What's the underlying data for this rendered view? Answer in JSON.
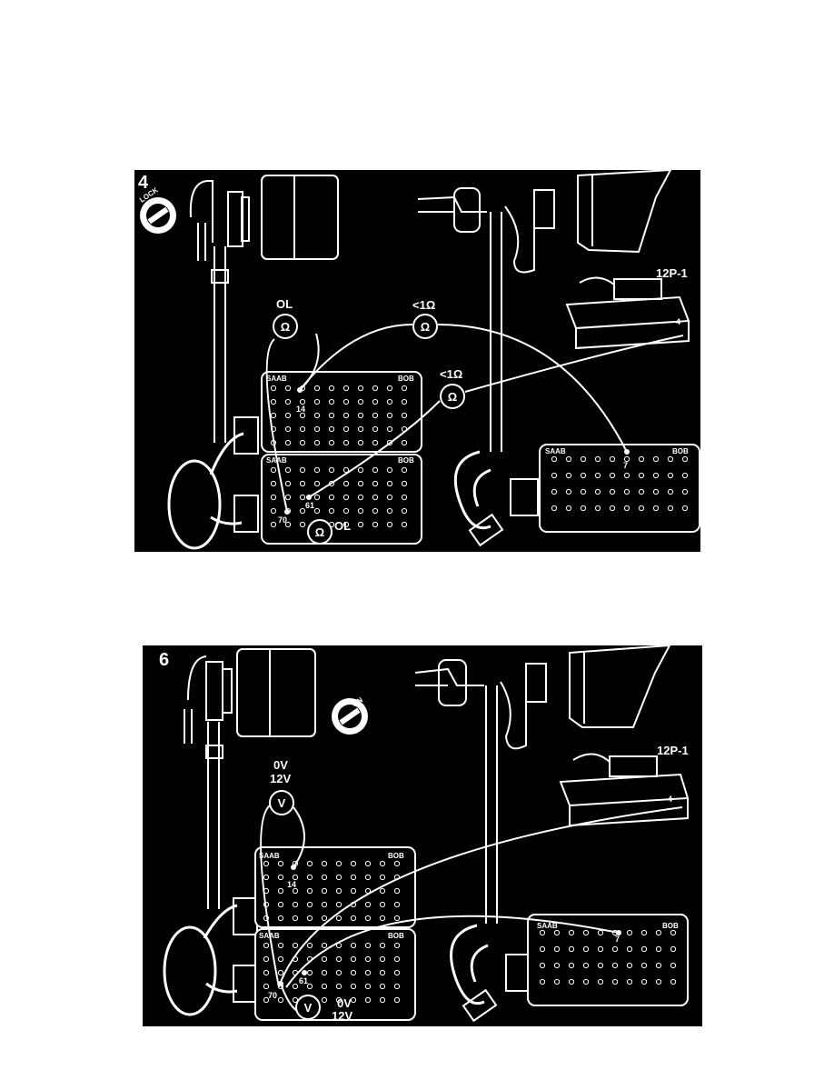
{
  "figures": [
    {
      "number": "4",
      "key_text": "LOCK",
      "connector": "12P-1",
      "connector_pin": "4",
      "meters": [
        {
          "reading": "OL",
          "symbol": "Ω"
        },
        {
          "reading": "<1Ω",
          "symbol": "Ω"
        },
        {
          "reading": "<1Ω",
          "symbol": "Ω"
        },
        {
          "reading": "OL",
          "symbol": "Ω"
        }
      ],
      "box_left_top": {
        "brand": "SAAB",
        "model": "BOB",
        "pin": "14"
      },
      "box_left_bottom": {
        "brand": "SAAB",
        "model": "BOB",
        "pin_a": "61",
        "pin_b": "70"
      },
      "box_right": {
        "brand": "SAAB",
        "model": "BOB",
        "pin": "7"
      }
    },
    {
      "number": "6",
      "key_text": "ON",
      "connector": "12P-1",
      "connector_pin": "4",
      "meters": [
        {
          "reading_a": "0V",
          "reading_b": "12V",
          "symbol": "V"
        },
        {
          "reading_a": "0V",
          "reading_b": "12V",
          "symbol": "V"
        }
      ],
      "box_left_top": {
        "brand": "SAAB",
        "model": "BOB",
        "pin": "14"
      },
      "box_left_bottom": {
        "brand": "SAAB",
        "model": "BOB",
        "pin_a": "61",
        "pin_b": "70"
      },
      "box_right": {
        "brand": "SAAB",
        "model": "BOB",
        "pin": "7"
      }
    }
  ]
}
